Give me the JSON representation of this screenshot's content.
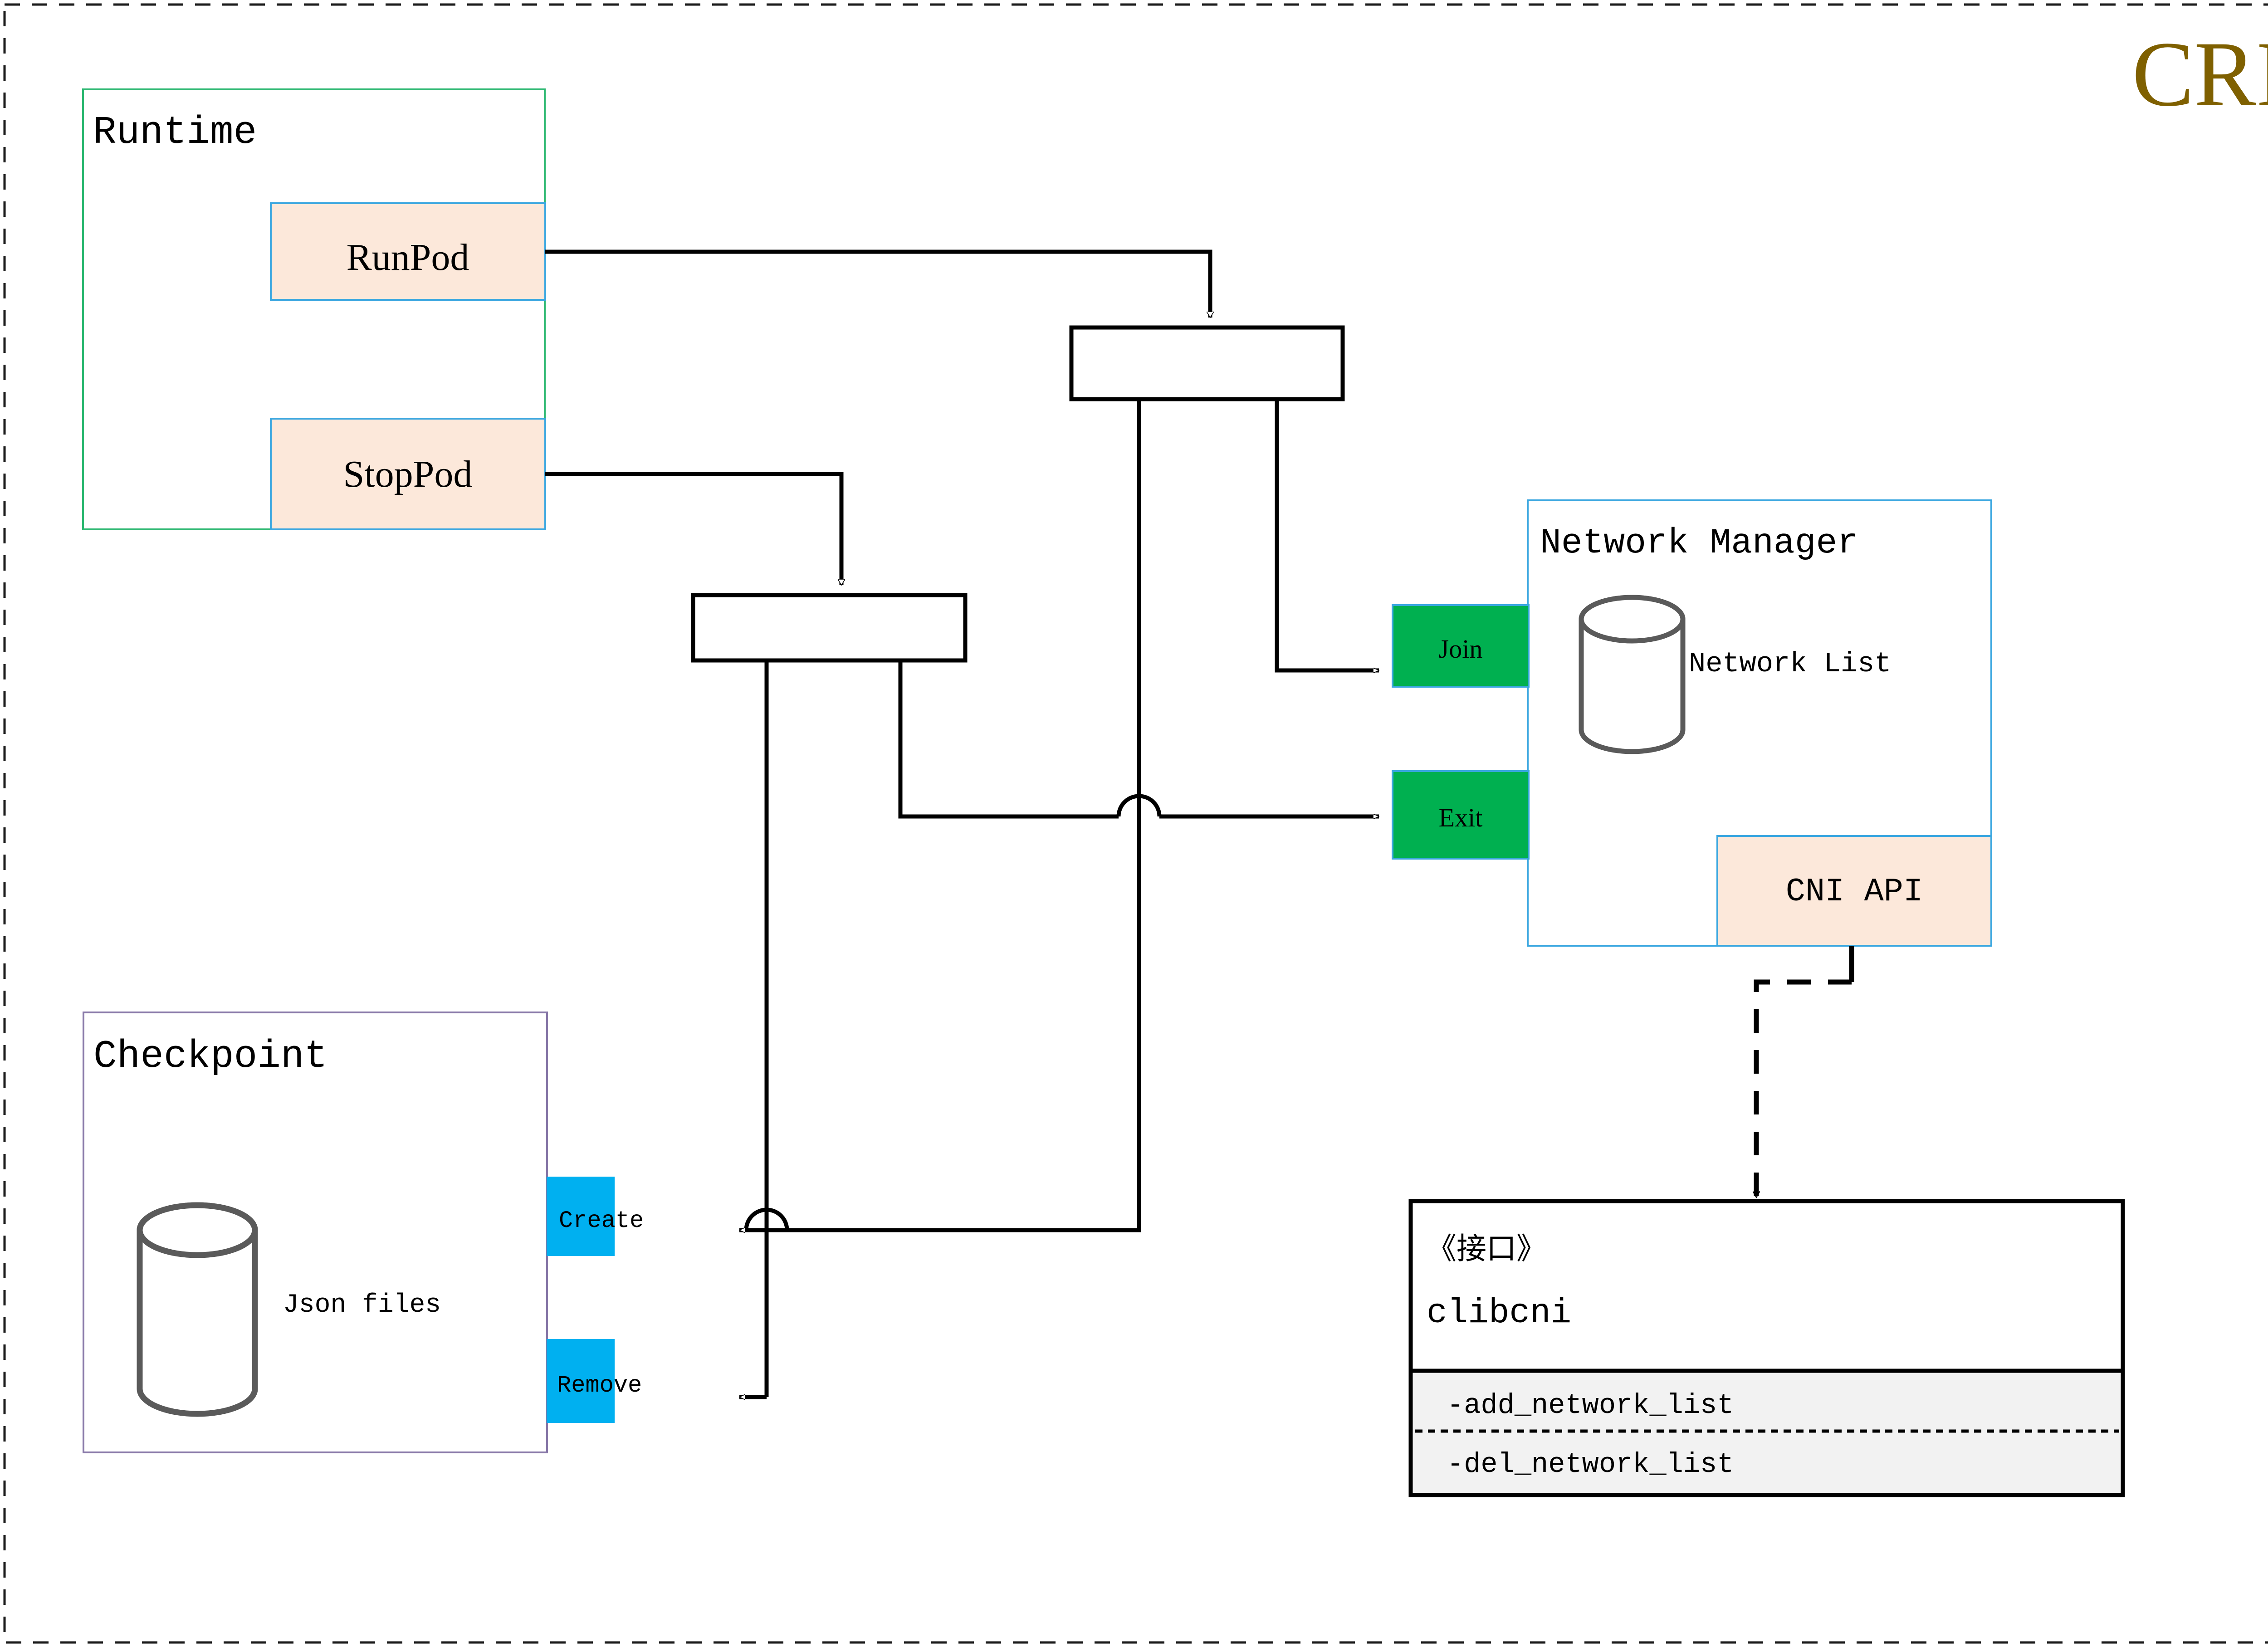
{
  "diagram": {
    "title": "CRI",
    "title_color": "#7f6000",
    "outer_border_style": "dashed"
  },
  "runtime_group": {
    "label": "Runtime",
    "border_color": "#2eb872",
    "items": [
      {
        "label": "RunPod",
        "fill": "#fce8da",
        "border": "#3ba7e0"
      },
      {
        "label": "StopPod",
        "fill": "#fce8da",
        "border": "#3ba7e0"
      }
    ]
  },
  "forks": [
    {
      "name": "fork-runpod",
      "label": ""
    },
    {
      "name": "fork-stoppod",
      "label": ""
    }
  ],
  "network_manager": {
    "label": "Network Manager",
    "border_color": "#3ba7e0",
    "store": {
      "label": "Network List",
      "icon": "database-cylinder-icon",
      "stroke": "#5a5a5a"
    },
    "api_box": {
      "label": "CNI API",
      "fill": "#fce8da",
      "border": "#3ba7e0"
    },
    "ports": [
      {
        "label": "Join",
        "fill": "#00b050",
        "border": "#3ba7e0"
      },
      {
        "label": "Exit",
        "fill": "#00b050",
        "border": "#3ba7e0"
      }
    ]
  },
  "checkpoint_group": {
    "label": "Checkpoint",
    "border_color": "#8878a8",
    "store": {
      "label": "Json files",
      "icon": "database-cylinder-icon",
      "stroke": "#5a5a5a"
    },
    "ports": [
      {
        "label": "Create",
        "fill": "#00b0f0"
      },
      {
        "label": "Remove",
        "fill": "#00b0f0"
      }
    ]
  },
  "interface_box": {
    "stereotype": "《接口》",
    "name": "clibcni",
    "methods_bg": "#f2f2f2",
    "methods": [
      "-add_network_list",
      "-del_network_list"
    ]
  }
}
